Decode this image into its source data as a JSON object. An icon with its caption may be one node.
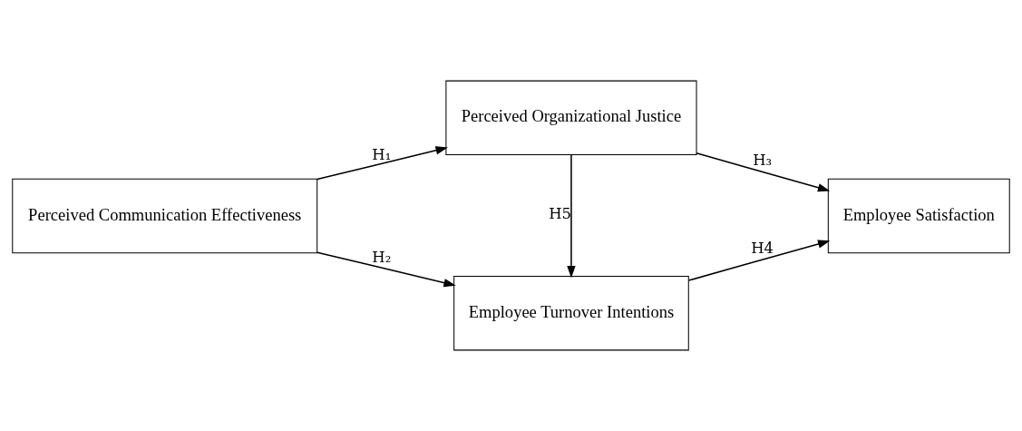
{
  "diagram": {
    "nodes": [
      {
        "text": [
          "Perceived Communication Effectiveness"
        ]
      },
      {
        "text": [
          "Perceived Organizational Justice"
        ]
      },
      {
        "text": [
          "Employee Turnover Intentions"
        ]
      },
      {
        "text": [
          "Employee Satisfaction"
        ]
      }
    ],
    "edges": [
      {
        "from": 0,
        "to": 1,
        "arrow": "to",
        "label": "H₁"
      },
      {
        "from": 0,
        "to": 2,
        "arrow": "to",
        "label": "H₂"
      },
      {
        "from": 1,
        "to": 3,
        "arrow": "to",
        "label": "H₃"
      },
      {
        "from": 2,
        "to": 3,
        "arrow": "to",
        "label": "H4"
      },
      {
        "from": 1,
        "to": 2,
        "arrow": "to",
        "label": "H5"
      }
    ]
  }
}
